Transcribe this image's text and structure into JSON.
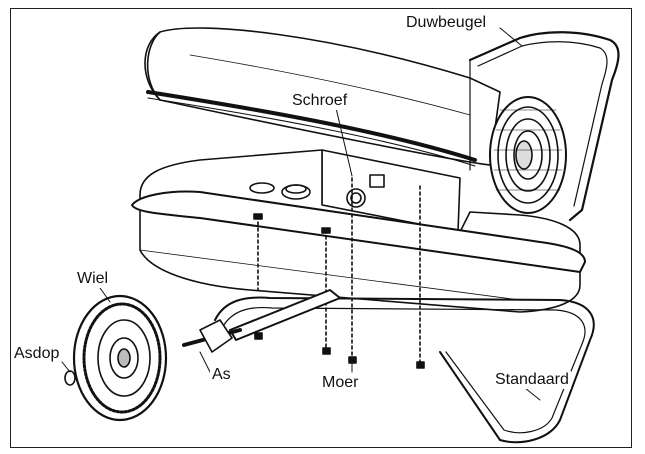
{
  "labels": {
    "push_handle": "Duwbeugel",
    "screw": "Schroef",
    "wheel": "Wiel",
    "hubcap": "Asdop",
    "axle": "As",
    "nut": "Moer",
    "stand": "Standaard"
  }
}
